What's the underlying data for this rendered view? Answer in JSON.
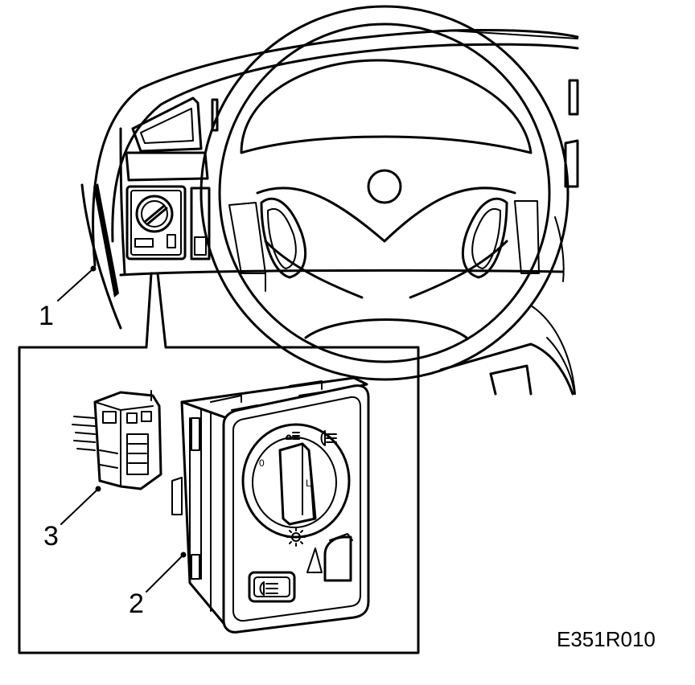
{
  "figure_id": "E351R010",
  "callouts": [
    {
      "number": "1"
    },
    {
      "number": "2"
    },
    {
      "number": "3"
    }
  ],
  "icons": [
    "steering-wheel-icon",
    "dashboard-icon",
    "light-switch-icon",
    "connector-icon",
    "fog-light-icon",
    "headlight-icon",
    "sun-icon",
    "dimmer-wheel-icon"
  ]
}
